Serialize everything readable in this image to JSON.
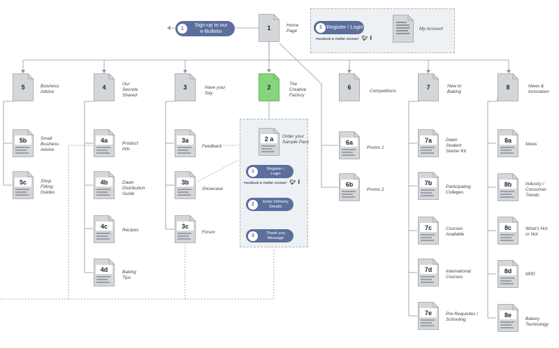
{
  "home": {
    "num": "1",
    "label": "Home\nPage"
  },
  "ebulletin": {
    "num": "1",
    "label": "Sign-up to our\ne-Bulletin"
  },
  "register_top": {
    "num": "1",
    "label": "Register / Login",
    "social": "Facebook & Twitter connect"
  },
  "my_account": {
    "label": "My Account"
  },
  "sections": [
    {
      "num": "5",
      "label": "Business\nAdvice"
    },
    {
      "num": "4",
      "label": "Our\nSecrete\nShared"
    },
    {
      "num": "3",
      "label": "Have your\nSay"
    },
    {
      "num": "2",
      "label": "The\nCreative\nFactory"
    },
    {
      "num": "6",
      "label": "Competitions"
    },
    {
      "num": "7",
      "label": "New to\nBaking"
    },
    {
      "num": "8",
      "label": "News &\nInnovation"
    }
  ],
  "sub_pages": [
    {
      "num": "5b",
      "label": "Small\nBusiness\nAdvice"
    },
    {
      "num": "5c",
      "label": "Shop\nFitting\nGuides"
    },
    {
      "num": "4a",
      "label": "Product\nInfo"
    },
    {
      "num": "4b",
      "label": "Dawn\nDistribution\nGuide"
    },
    {
      "num": "4c",
      "label": "Recipes"
    },
    {
      "num": "4d",
      "label": "Baking\nTips"
    },
    {
      "num": "3a",
      "label": "Feedback"
    },
    {
      "num": "3b",
      "label": "Showcase"
    },
    {
      "num": "3c",
      "label": "Forum"
    },
    {
      "num": "6a",
      "label": "Promo 1"
    },
    {
      "num": "6b",
      "label": "Promo 2"
    },
    {
      "num": "7a",
      "label": "Dawn\nStudent\nStarter Kit"
    },
    {
      "num": "7b",
      "label": "Participating\nColleges"
    },
    {
      "num": "7c",
      "label": "Courses\nAvailable"
    },
    {
      "num": "7d",
      "label": "International\nCourses"
    },
    {
      "num": "7e",
      "label": "Pre-Requisites /\nSchooling"
    },
    {
      "num": "8a",
      "label": "News"
    },
    {
      "num": "8b",
      "label": "Industry /\nConsumer\nTrends"
    },
    {
      "num": "8c",
      "label": "What's Hot\nor Not"
    },
    {
      "num": "8d",
      "label": "NPD"
    },
    {
      "num": "8e",
      "label": "Bakery\nTechnology"
    }
  ],
  "sample_pack": {
    "page": {
      "num": "2 a",
      "label": "Order your\nSample Pack"
    },
    "steps": [
      {
        "num": "1",
        "label": "Register /\nLogin"
      },
      {
        "num": "2",
        "label": "Enter Delivery\nDetails"
      },
      {
        "num": "3",
        "label": "Thank you\nMessage"
      }
    ],
    "social": "Facebook & Twitter connect"
  },
  "colors": {
    "page_fill": "#d4d7da",
    "page_stroke": "#9aa0a6",
    "creative_fill": "#86d47e",
    "creative_stroke": "#4caa45",
    "pill": "#5b6e9c",
    "line": "#8d939a",
    "panel": "#eef1f4"
  }
}
